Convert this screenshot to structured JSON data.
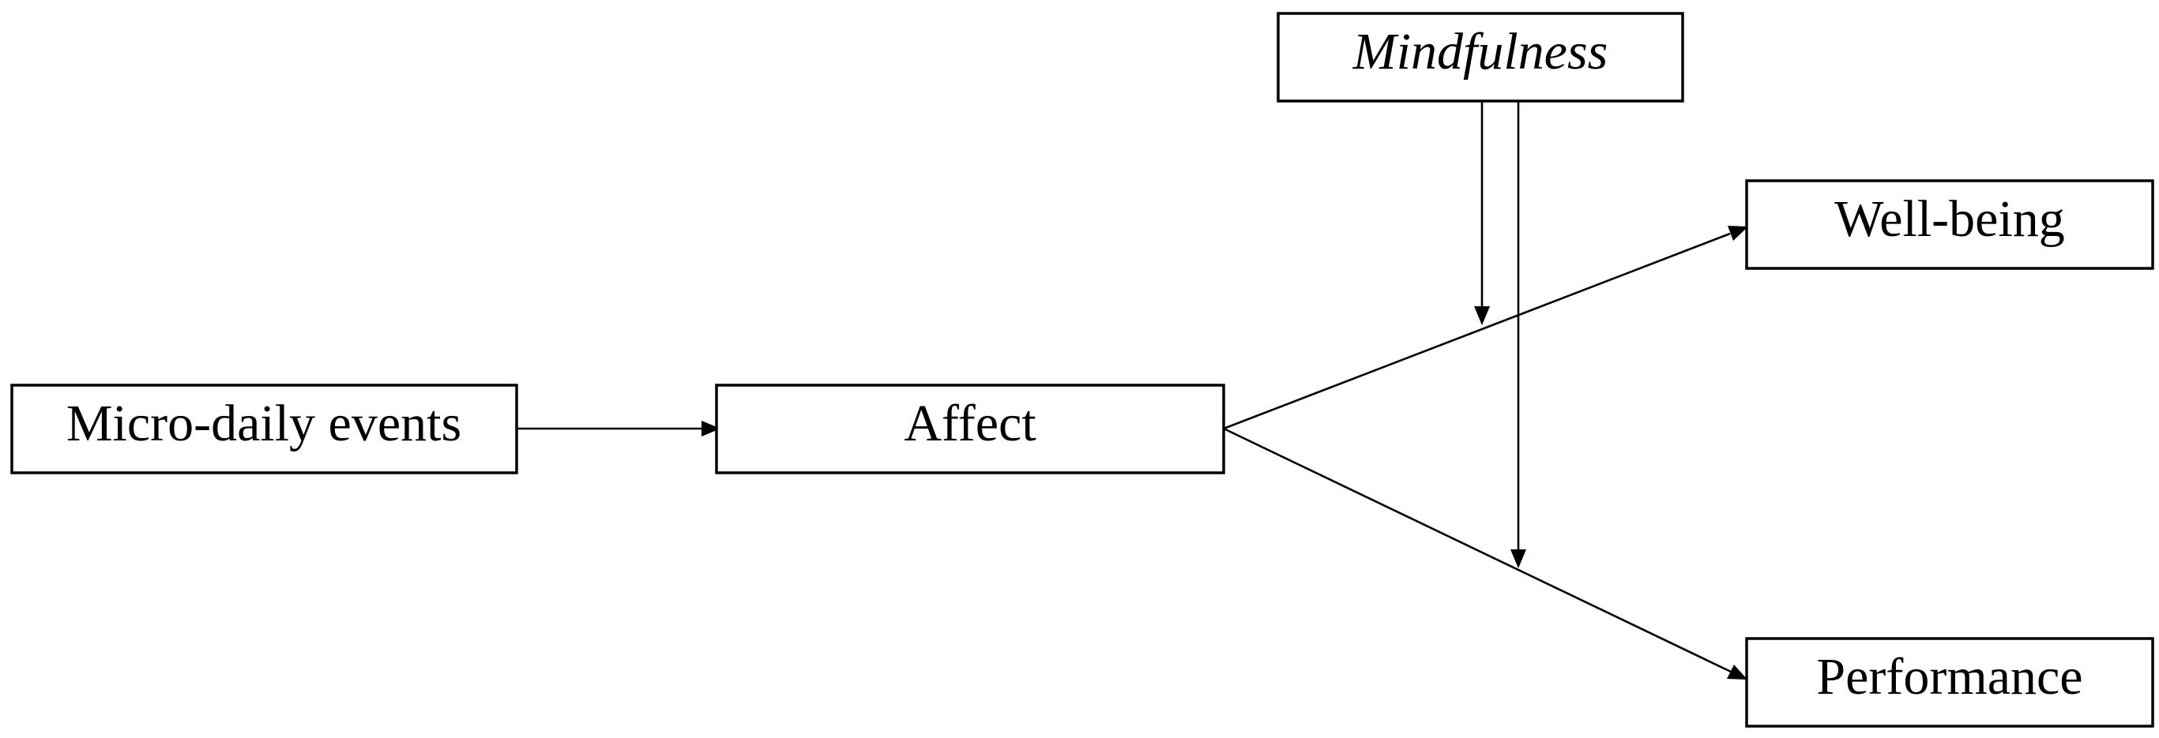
{
  "nodes": {
    "events": {
      "label": "Micro-daily events"
    },
    "affect": {
      "label": "Affect"
    },
    "mindfulness": {
      "label": "Mindfulness"
    },
    "wellbeing": {
      "label": "Well-being"
    },
    "performance": {
      "label": "Performance"
    }
  },
  "edges": [
    {
      "from": "events",
      "to": "affect"
    },
    {
      "from": "affect",
      "to": "wellbeing"
    },
    {
      "from": "affect",
      "to": "performance"
    },
    {
      "from": "mindfulness",
      "to": "affect-wellbeing path"
    },
    {
      "from": "mindfulness",
      "to": "affect-performance path"
    }
  ]
}
